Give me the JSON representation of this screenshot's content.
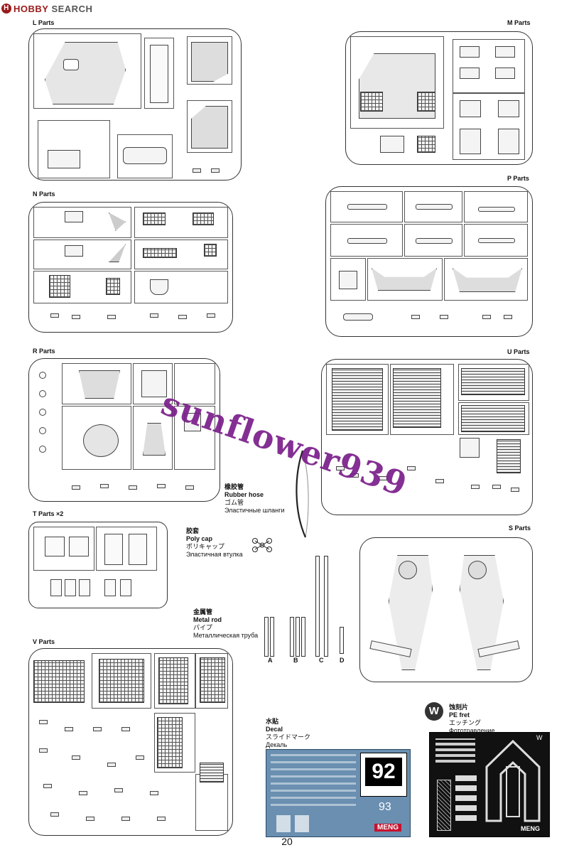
{
  "header": {
    "brand_hobby": "HOBBY",
    "brand_search": "SEARCH",
    "logo_mark": "H"
  },
  "sections": {
    "l": "L Parts",
    "m": "M Parts",
    "n": "N Parts",
    "p": "P Parts",
    "r": "R Parts",
    "u": "U Parts",
    "t": "T Parts ×2",
    "s": "S Parts",
    "v": "V Parts"
  },
  "rubber_hose": {
    "zh": "橡胶管",
    "en": "Rubber hose",
    "ja": "ゴム管",
    "ru": "Эластичные шланги"
  },
  "poly_cap": {
    "zh": "胶套",
    "en": "Poly cap",
    "ja": "ポリキャップ",
    "ru": "Эластичная втулка"
  },
  "metal_rod": {
    "zh": "金属管",
    "en": "Metal rod",
    "ja": "パイプ",
    "ru": "Металлическая труба"
  },
  "rods": [
    "A",
    "B",
    "C",
    "D"
  ],
  "decal": {
    "zh": "水贴",
    "en": "Decal",
    "ja": "スライドマーク",
    "ru": "Декаль",
    "number_big": "92",
    "number_small": "93",
    "brand": "MENG"
  },
  "pe_fret": {
    "badge": "W",
    "zh": "蚀刻片",
    "en": "PE fret",
    "ja": "エッチング",
    "ru": "Фототравление",
    "brand": "MENG"
  },
  "watermark": "sunflower939",
  "page_number": "20"
}
